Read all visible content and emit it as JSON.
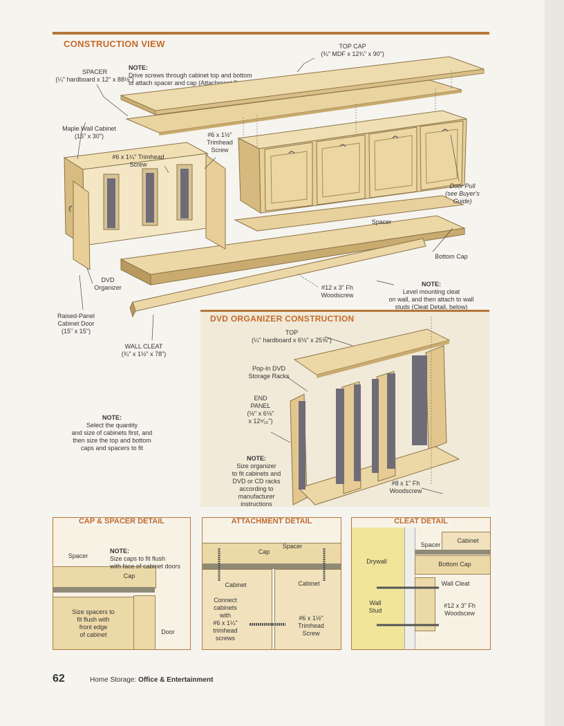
{
  "construction": {
    "title": "CONSTRUCTION VIEW",
    "note_bold": "NOTE:",
    "note_text": "Drive screws through cabinet top and bottom\nto attach spacer and cap (Attachment Detail, below)",
    "top_cap": "TOP CAP\n(¾\" MDF x 12¾\" x 90\")",
    "spacer": "SPACER\n(¼\" hardboard x 12\" x 88½\")",
    "maple_cabinet": "Maple Wall Cabinet\n(15\" x 30\")",
    "trimhead_15": "#6 x 1½\"\nTrimhead\nScrew",
    "trimhead_125": "#6 x 1¼\" Trimhead\nScrew",
    "door_pull": "Door Pull\n(see Buyer's\nGuide)",
    "spacer_lbl": "Spacer",
    "bottom_cap": "Bottom Cap",
    "dvd_organizer": "DVD\nOrganizer",
    "woodscrew_12": "#12 x 3\" Fh\nWoodscrew",
    "note2_bold": "NOTE:",
    "note2_text": "Level mounting cleat\non wall, and then attach to wall\nstuds (Cleat Detail, below)",
    "raised_panel": "Raised-Panel\nCabinet Door\n(15\" x 15\")",
    "wall_cleat": "WALL CLEAT\n(¾\" x 1½\" x 78\")",
    "note3_bold": "NOTE:",
    "note3_text": "Select the quantity\nand size of cabinets first, and\nthen size the top and bottom\ncaps and spacers to fit"
  },
  "dvd": {
    "title": "DVD ORGANIZER CONSTRUCTION",
    "top": "TOP\n(¼\" hardboard x 6⅛\" x 25⅝\")",
    "racks": "Pop-In DVD\nStorage Racks",
    "end_panel": "END\nPANEL\n(½\" x 6⅛\"\nx 12⁹⁄₁₆\")",
    "note_bold": "NOTE:",
    "note_text": "Size organizer\nto fit cabinets and\nDVD or CD racks\naccording to\nmanufacturer\ninstructions",
    "woodscrew_8": "#8 x 1\" Fh\nWoodscrew"
  },
  "cap_spacer": {
    "title": "CAP & SPACER DETAIL",
    "spacer": "Spacer",
    "note_bold": "NOTE:",
    "note_text": "Size caps to fit flush\nwith face of cabinet doors",
    "cap": "Cap",
    "size_spacers": "Size spacers to\nfit flush with\nfront edge\nof cabinet",
    "door": "Door"
  },
  "attachment": {
    "title": "ATTACHMENT DETAIL",
    "spacer": "Spacer",
    "cap": "Cap",
    "cabinet_left": "Cabinet",
    "cabinet_right": "Cabinet",
    "connect": "Connect\ncabinets\nwith\n#6 x 1¼\"\ntrimhead\nscrews",
    "trimhead": "#6 x 1½\"\nTrimhead\nScrew"
  },
  "cleat": {
    "title": "CLEAT DETAIL",
    "spacer": "Spacer",
    "cabinet": "Cabinet",
    "drywall": "Drywall",
    "bottom_cap": "Bottom Cap",
    "wall_cleat": "Wall Cleat",
    "wall_stud": "Wall\nStud",
    "woodscrew": "#12 x 3\" Fh\nWoodscew"
  },
  "footer": {
    "page_number": "62",
    "series": "Home Storage: ",
    "section": "Office & Entertainment"
  }
}
